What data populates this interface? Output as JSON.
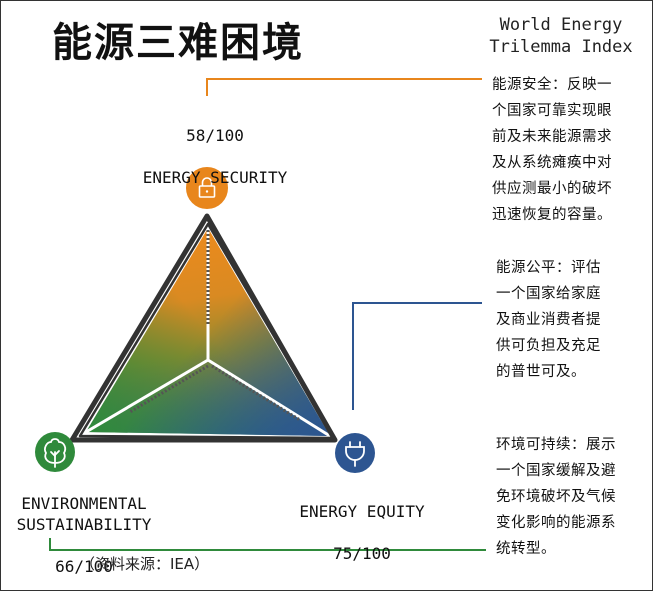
{
  "title": "能源三难困境",
  "subtitle": "World Energy\nTrilemma Index",
  "dimensions": [
    {
      "key": "security",
      "name": "ENERGY SECURITY",
      "score_text": "58/100",
      "score": 58,
      "icon": "lock-icon",
      "color": "#e8861c",
      "description": "能源安全：反映一\n个国家可靠实现眼\n前及未来能源需求\n及从系统瘫痪中对\n供应测最小的破坏\n迅速恢复的容量。"
    },
    {
      "key": "equity",
      "name": "ENERGY EQUITY",
      "score_text": "75/100",
      "score": 75,
      "icon": "plug-icon",
      "color": "#2d5591",
      "description": "能源公平：评估\n一个国家给家庭\n及商业消费者提\n供可负担及充足\n的普世可及。"
    },
    {
      "key": "environment",
      "name": "ENVIRONMENTAL\nSUSTAINABILITY",
      "score_text": "66/100",
      "score": 66,
      "icon": "tree-icon",
      "color": "#2f8a3b",
      "description": "环境可持续：展示\n一个国家缓解及避\n免环境破坏及气候\n变化影响的能源系\n统转型。"
    }
  ],
  "source": "（资料来源：IEA）",
  "colors": {
    "outline": "#333333",
    "security": "#e8861c",
    "equity": "#2d5591",
    "environment": "#2f8a3b"
  }
}
